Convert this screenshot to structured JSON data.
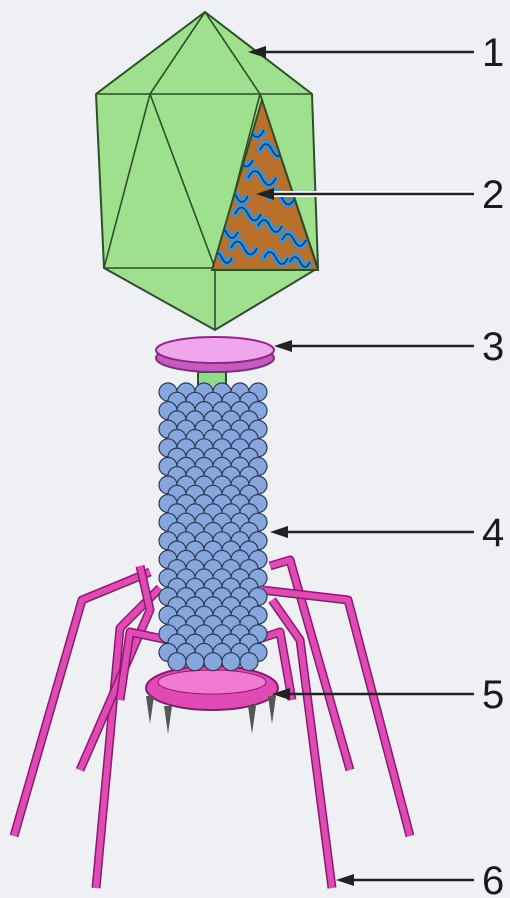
{
  "colors": {
    "background": "#eef0f4",
    "capsid_fill": "#9ee08e",
    "capsid_edge": "#2f4f2a",
    "nucleic_acid": "#3a8fd6",
    "nucleic_bg": "#b8702a",
    "collar": "#f0a6ea",
    "collar_edge": "#8a2a86",
    "neck": "#8fdc86",
    "sheath_bead": "#86a6dc",
    "sheath_bead_edge": "#2a3a5a",
    "baseplate": "#e04ab4",
    "tail_fiber": "#e04ab4",
    "tail_fiber_edge": "#8a1a6e",
    "pointer": "#222222",
    "label_text": "#1a1a1a"
  },
  "labels": [
    {
      "id": "head",
      "number": "1"
    },
    {
      "id": "nucleic-acid",
      "number": "2"
    },
    {
      "id": "collar",
      "number": "3"
    },
    {
      "id": "tail-sheath",
      "number": "4"
    },
    {
      "id": "base-plate",
      "number": "5"
    },
    {
      "id": "tail-fibers",
      "number": "6"
    }
  ]
}
